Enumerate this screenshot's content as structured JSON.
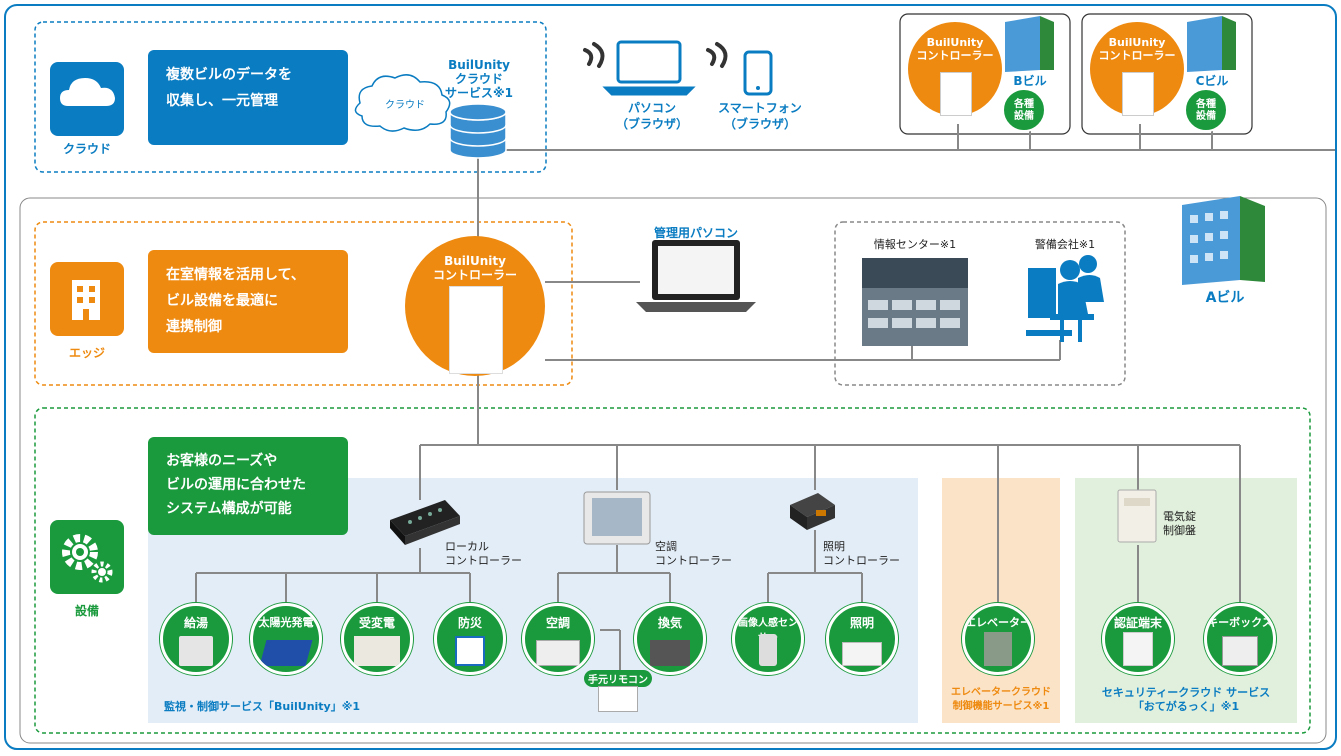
{
  "cloud_zone": {
    "label": "クラウド",
    "message": [
      "複数ビルのデータを",
      "収集し、一元管理"
    ],
    "cloud_bubble": "クラウド",
    "service": [
      "BuilUnity",
      "クラウド",
      "サービス※1"
    ]
  },
  "devices": {
    "pc": [
      "パソコン",
      "（ブラウザ）"
    ],
    "smartphone": [
      "スマートフォン",
      "（ブラウザ）"
    ]
  },
  "remote_buildings": [
    {
      "controller": [
        "BuilUnity",
        "コントローラー"
      ],
      "building": "Bビル",
      "equipment": [
        "各種",
        "設備"
      ]
    },
    {
      "controller": [
        "BuilUnity",
        "コントローラー"
      ],
      "building": "Cビル",
      "equipment": [
        "各種",
        "設備"
      ]
    }
  ],
  "building_a": "Aビル",
  "edge_zone": {
    "label": "エッジ",
    "message": [
      "在室情報を活用して、",
      "ビル設備を最適に",
      "連携制御"
    ],
    "controller": [
      "BuilUnity",
      "コントローラー"
    ],
    "admin_pc": "管理用パソコン",
    "info_center": "情報センター※1",
    "security_company": "警備会社※1"
  },
  "equipment_zone": {
    "label": "設備",
    "message": [
      "お客様のニーズや",
      "ビルの運用に合わせた",
      "システム構成が可能"
    ],
    "local_controller": [
      "ローカル",
      "コントローラー"
    ],
    "hvac_controller": [
      "空調",
      "コントローラー"
    ],
    "lighting_controller": [
      "照明",
      "コントローラー"
    ],
    "lock_panel": [
      "電気錠",
      "制御盤"
    ],
    "equipment": [
      "給湯",
      "太陽光発電",
      "受変電",
      "防災",
      "空調",
      "換気",
      "画像人感センサー",
      "照明",
      "エレベーター",
      "認証端末",
      "キーボックス"
    ],
    "remote_control": "手元リモコン",
    "service_builunity": "監視・制御サービス「BuilUnity」※1",
    "service_elevator": [
      "エレベータークラウド",
      "制御機能サービス※1"
    ],
    "service_security": [
      "セキュリティークラウド サービス",
      "「おてがるっく」※1"
    ]
  },
  "colors": {
    "blue": "#0a7cc1",
    "orange": "#ee8a10",
    "green": "#1a9a3d",
    "light_blue_panel": "#e3edf7",
    "light_orange_panel": "#fbe3c8",
    "light_green_panel": "#e1f0dc"
  }
}
